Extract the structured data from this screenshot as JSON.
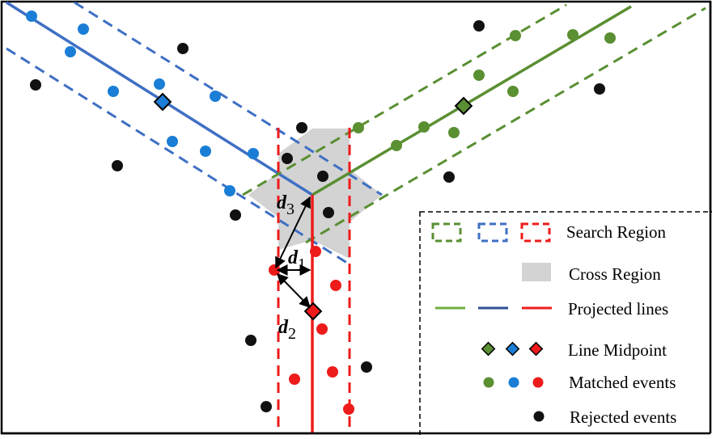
{
  "colors": {
    "green": "#5a8f32",
    "blue": "#3f6fc4",
    "blue_dot": "#1a7ed6",
    "red": "#ee1b1b",
    "black": "#111111",
    "gray": "#d3d3d3"
  },
  "labels": {
    "d3": "d",
    "d3_sub": "3",
    "d1": "d",
    "d1_sub": "1",
    "d2": "d",
    "d2_sub": "2"
  },
  "legend": {
    "search_region": "Search Region",
    "cross_region": "Cross Region",
    "projected_lines": "Projected lines",
    "line_midpoint": "Line Midpoint",
    "matched_events": "Matched events",
    "rejected_events": "Rejected events"
  }
}
